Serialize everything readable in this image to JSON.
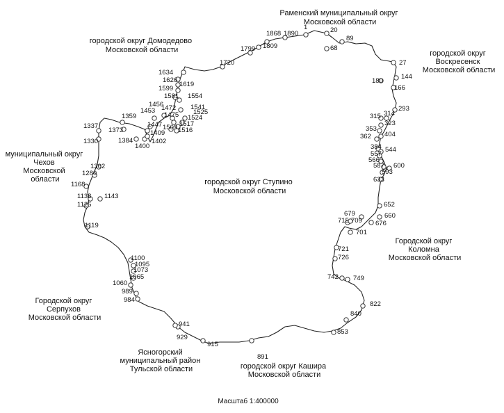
{
  "regions": {
    "ramensky": [
      "Раменский муниципальный округ",
      "Московской области"
    ],
    "domodedovo": [
      "городской округ Домодедово",
      "Московской области"
    ],
    "voskresensk": [
      "городской округ",
      "Воскресенск",
      "Московской области"
    ],
    "chekhov": [
      "муниципальный округ",
      "Чехов",
      "Московской",
      "области"
    ],
    "stupino": [
      "городской округ Ступино",
      "Московской области"
    ],
    "kolomna": [
      "Городской округ",
      "Коломна",
      "Московской области"
    ],
    "serpukhov": [
      "Городской округ",
      "Серпухов",
      "Московской области"
    ],
    "yasnogorsk": [
      "Ясногорский",
      "муниципальный район",
      "Тульской области"
    ],
    "kashira": [
      "городской округ Кашира",
      "Московской области"
    ]
  },
  "point_labels": [
    "1",
    "20",
    "68",
    "89",
    "27",
    "144",
    "180",
    "166",
    "293",
    "315",
    "314",
    "323",
    "353",
    "404",
    "362",
    "384",
    "544",
    "557",
    "566",
    "587",
    "600",
    "593",
    "633",
    "652",
    "660",
    "676",
    "679",
    "715",
    "709",
    "701",
    "721",
    "726",
    "742",
    "749",
    "822",
    "840",
    "853",
    "891",
    "915",
    "929",
    "941",
    "984",
    "989",
    "1060",
    "1065",
    "1073",
    "1095",
    "1100",
    "1119",
    "1125",
    "1138",
    "1143",
    "1168",
    "1280",
    "1302",
    "1330",
    "1337",
    "1359",
    "1373",
    "1384",
    "1400",
    "1402",
    "1409",
    "1447",
    "1453",
    "1456",
    "1472",
    "1475",
    "1509",
    "1516",
    "1517",
    "1524",
    "1525",
    "1541",
    "1554",
    "1581",
    "1599",
    "1619",
    "1626",
    "1634",
    "1720",
    "1799",
    "1809",
    "1868",
    "1890"
  ],
  "scale_label": "Масштаб 1:400000"
}
